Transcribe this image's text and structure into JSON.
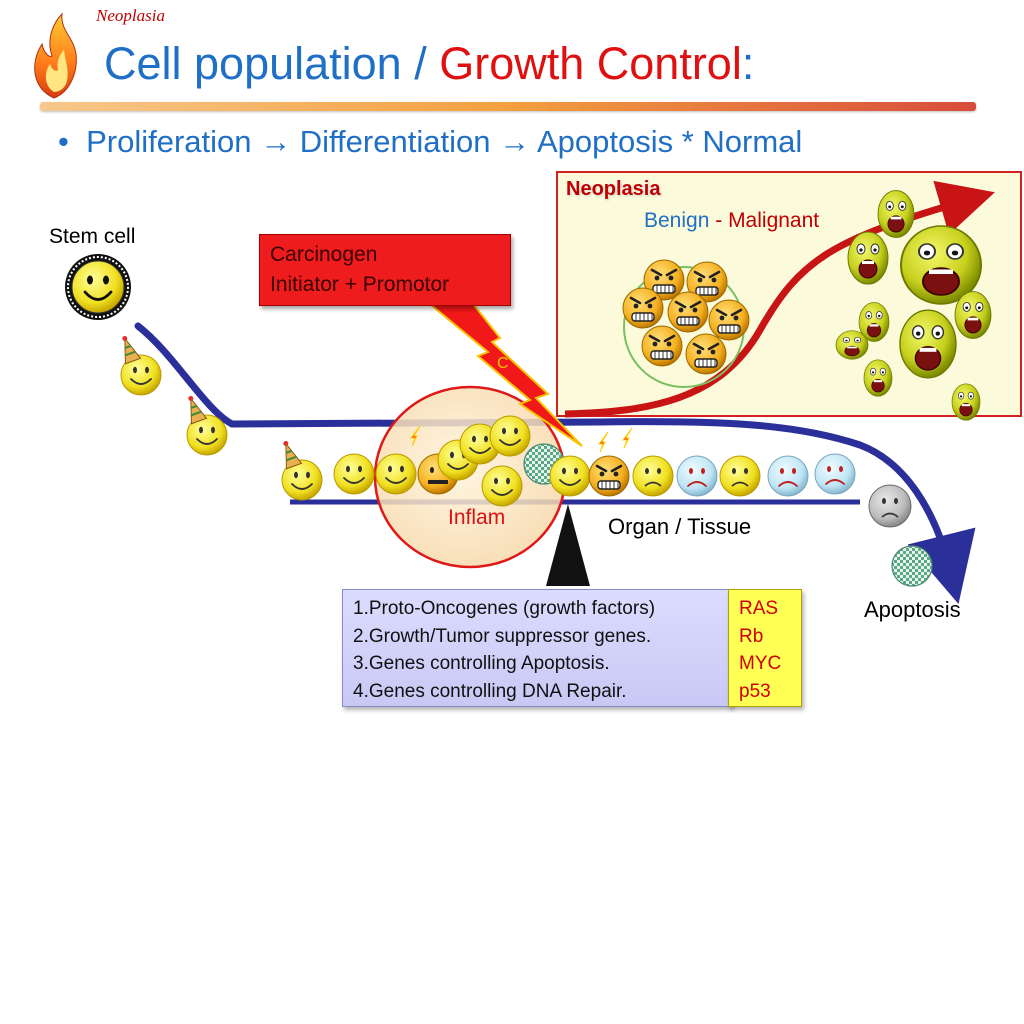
{
  "header": {
    "section_tag": "Neoplasia"
  },
  "title": {
    "part1": "Cell population / ",
    "part2": "Growth Control",
    "part3": ":"
  },
  "bullet": {
    "marker": "•",
    "text": "Proliferation → Differentiation → Apoptosis * Normal"
  },
  "neoplasia_panel": {
    "title": "Neoplasia",
    "benign": "Benign",
    "separator": " - ",
    "malignant": "Malignant"
  },
  "labels": {
    "stem_cell": "Stem cell",
    "carcinogen": "Carcinogen",
    "initiator_promotor": "Initiator + Promotor",
    "c_mark": "C",
    "inflam": "Inflam",
    "organ_tissue": "Organ / Tissue",
    "apoptosis": "Apoptosis"
  },
  "gene_classes": [
    "1.Proto-Oncogenes (growth factors)",
    "2.Growth/Tumor suppressor genes.",
    "3.Genes controlling Apoptosis.",
    "4.Genes controlling DNA Repair."
  ],
  "gene_examples": [
    "RAS",
    "Rb",
    "MYC",
    "p53"
  ],
  "colors": {
    "title_blue": "#1f6fc6",
    "title_red": "#e01010",
    "path_navy": "#2b2f9a",
    "malignant_arrow": "#c81414",
    "carcinogen_box": "#ee1c1c",
    "normal_cell": "#f0e020",
    "neoplastic_cell": "#c8d020",
    "apoptotic_cell": "#d0d0d0"
  },
  "icons": {
    "logo": "flame-icon",
    "normal_cell": "smiley-face-icon",
    "dividing_cell": "party-hat-smiley-icon",
    "tumor_cell": "angry-face-icon",
    "malignant_cell": "screaming-face-icon",
    "dying_cell": "sad-face-icon",
    "dead_cell": "checkered-circle-icon",
    "carcinogen_hit": "lightning-bolt-icon"
  }
}
